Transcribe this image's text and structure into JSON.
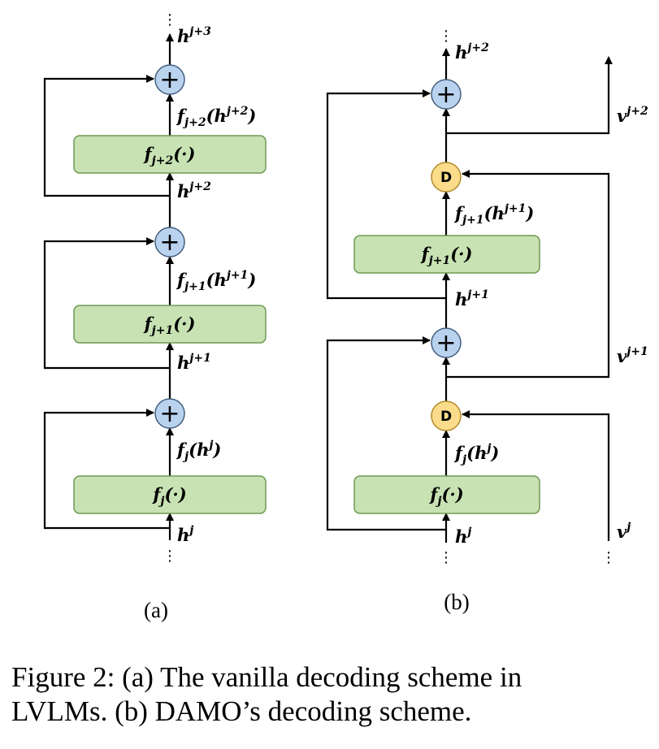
{
  "panel_a": {
    "label": "(a)",
    "blocks": [
      {
        "id": "fj",
        "label": "f",
        "sub": "j",
        "arg": "(·)"
      },
      {
        "id": "fj1",
        "label": "f",
        "sub": "j+1",
        "arg": "(·)"
      },
      {
        "id": "fj2",
        "label": "f",
        "sub": "j+2",
        "arg": "(·)"
      }
    ],
    "hidden_states": [
      {
        "id": "h_j",
        "base": "h",
        "sup": "j"
      },
      {
        "id": "h_j1",
        "base": "h",
        "sup": "j+1"
      },
      {
        "id": "h_j2",
        "base": "h",
        "sup": "j+2"
      },
      {
        "id": "h_j3",
        "base": "h",
        "sup": "j+3"
      }
    ],
    "outputs": [
      {
        "id": "out_fj",
        "fn": "f",
        "sub": "j",
        "arg_base": "h",
        "arg_sup": "j"
      },
      {
        "id": "out_fj1",
        "fn": "f",
        "sub": "j+1",
        "arg_base": "h",
        "arg_sup": "j+1"
      },
      {
        "id": "out_fj2",
        "fn": "f",
        "sub": "j+2",
        "arg_base": "h",
        "arg_sup": "j+2"
      }
    ],
    "adders": [
      "+",
      "+",
      "+"
    ],
    "dots": "⋮"
  },
  "panel_b": {
    "label": "(b)",
    "blocks": [
      {
        "id": "fj",
        "label": "f",
        "sub": "j",
        "arg": "(·)"
      },
      {
        "id": "fj1",
        "label": "f",
        "sub": "j+1",
        "arg": "(·)"
      }
    ],
    "hidden_states": [
      {
        "id": "h_j",
        "base": "h",
        "sup": "j"
      },
      {
        "id": "h_j1",
        "base": "h",
        "sup": "j+1"
      },
      {
        "id": "h_j2",
        "base": "h",
        "sup": "j+2"
      }
    ],
    "outputs": [
      {
        "id": "out_fj",
        "fn": "f",
        "sub": "j",
        "arg_base": "h",
        "arg_sup": "j"
      },
      {
        "id": "out_fj1",
        "fn": "f",
        "sub": "j+1",
        "arg_base": "h",
        "arg_sup": "j+1"
      }
    ],
    "momentum": [
      {
        "id": "v_j",
        "base": "v",
        "sup": "j"
      },
      {
        "id": "v_j1",
        "base": "v",
        "sup": "j+1"
      },
      {
        "id": "v_j2",
        "base": "v",
        "sup": "j+2"
      }
    ],
    "adders": [
      "+",
      "+"
    ],
    "d_nodes": [
      "D",
      "D"
    ],
    "dots": "⋮"
  },
  "caption": {
    "line1": "Figure 2: (a) The vanilla decoding scheme in",
    "line2": "LVLMs. (b) DAMO’s decoding scheme."
  },
  "colors": {
    "block_fill": "#c8e2b4",
    "adder_fill": "#b9d2ee",
    "d_fill": "#fbdc8b"
  }
}
